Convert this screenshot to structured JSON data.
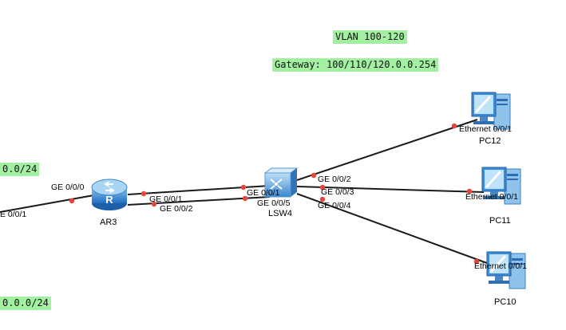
{
  "annotations": {
    "vlan": "VLAN 100-120",
    "gateway": "Gateway: 100/110/120.0.0.254",
    "net_top": "0.0/24",
    "net_bottom": "0.0.0/24",
    "note_bg": "#a3f0a3"
  },
  "devices": {
    "router": {
      "name": "AR3",
      "icon": "router-icon"
    },
    "switch": {
      "name": "LSW4",
      "icon": "switch-icon"
    },
    "pc12": {
      "name": "PC12",
      "icon": "pc-icon"
    },
    "pc11": {
      "name": "PC11",
      "icon": "pc-icon"
    },
    "pc10": {
      "name": "PC10",
      "icon": "pc-icon"
    }
  },
  "ports": {
    "ar3_ge000": "GE 0/0/0",
    "ar3_left": "E 0/0/1",
    "ar3_ge001": "GE 0/0/1",
    "ar3_ge002": "GE 0/0/2",
    "lsw4_ge001": "GE 0/0/1",
    "lsw4_ge005": "GE 0/0/5",
    "lsw4_ge002": "GE 0/0/2",
    "lsw4_ge003": "GE 0/0/3",
    "lsw4_ge004": "GE 0/0/4",
    "pc12_eth": "Ethernet 0/0/1",
    "pc11_eth": "Ethernet 0/0/1",
    "pc10_eth": "Ethernet 0/0/1"
  },
  "colors": {
    "link": "#1a1a1a",
    "port_dot": "#e8443a",
    "router_blue": "#2f86d6",
    "switch_blue": "#4f9ad8",
    "pc_blue": "#5aa5e0"
  }
}
